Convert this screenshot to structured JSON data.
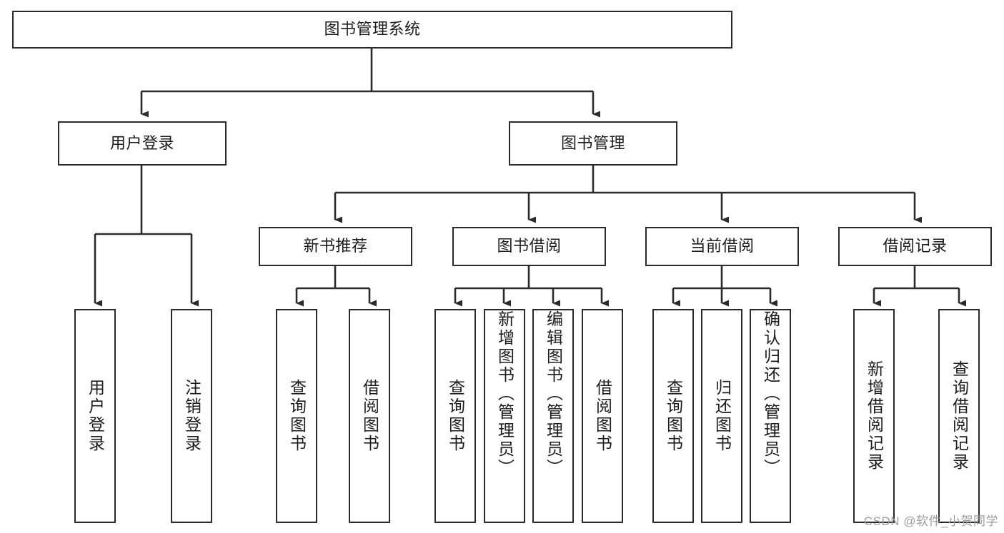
{
  "diagram": {
    "type": "tree-hierarchy-chart",
    "title": "图书管理系统",
    "watermark": "CSDN @软件_小贺同学",
    "colors": {
      "box_border": "#2b2b2b",
      "box_fill": "#ffffff",
      "connector": "#2b2b2b",
      "text": "#1c1c1c",
      "watermark": "#9d9d9d"
    },
    "root": {
      "label": "图书管理系统"
    },
    "level2": [
      {
        "label": "用户登录"
      },
      {
        "label": "图书管理"
      }
    ],
    "level3": [
      {
        "label": "新书推荐"
      },
      {
        "label": "图书借阅"
      },
      {
        "label": "当前借阅"
      },
      {
        "label": "借阅记录"
      }
    ],
    "leaves": {
      "user_login": [
        {
          "label": "用户登录"
        },
        {
          "label": "注销登录"
        }
      ],
      "new_book_recommend": [
        {
          "label": "查询图书"
        },
        {
          "label": "借阅图书"
        }
      ],
      "book_borrow": [
        {
          "label": "查询图书"
        },
        {
          "label": "新增图书（管理员）"
        },
        {
          "label": "编辑图书（管理员）"
        },
        {
          "label": "借阅图书"
        }
      ],
      "current_borrow": [
        {
          "label": "查询图书"
        },
        {
          "label": "归还图书"
        },
        {
          "label": "确认归还（管理员）"
        }
      ],
      "borrow_record": [
        {
          "label": "新增借阅记录"
        },
        {
          "label": "查询借阅记录"
        }
      ]
    }
  }
}
